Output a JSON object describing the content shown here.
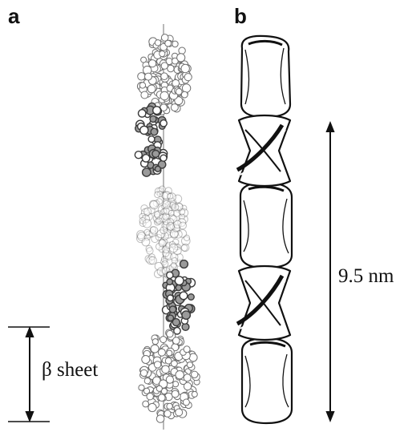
{
  "figure": {
    "panel_a_label": "a",
    "panel_b_label": "b",
    "beta_sheet_label": "β sheet",
    "length_label": "9.5 nm"
  },
  "colors": {
    "ink": "#111111",
    "atom_outline": "#6f6f6f",
    "atom_dark": "#3a3a3a",
    "ribbon_fill": "#ffffff"
  },
  "icons": {
    "measure_arrows": "double-headed-arrow"
  }
}
